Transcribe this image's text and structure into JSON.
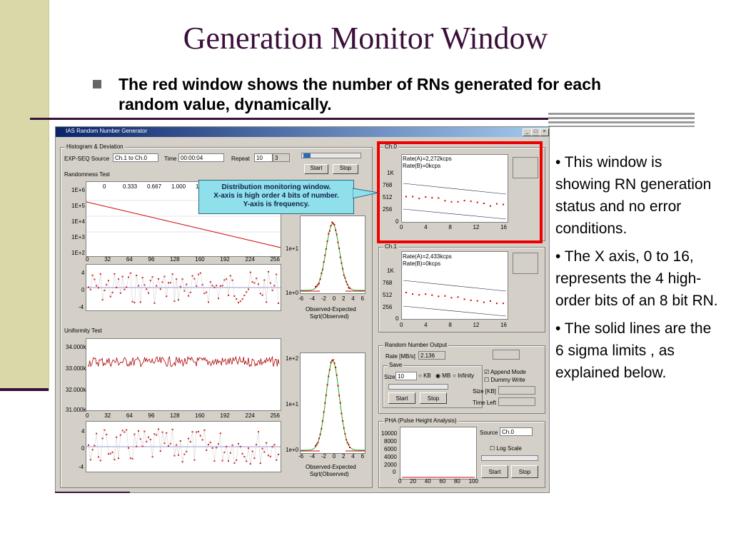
{
  "slide": {
    "title": "Generation Monitor Window",
    "subtitle": "The red window shows the number of RNs generated for each random value, dynamically.",
    "notes": [
      "• This window is showing RN generation status and no error conditions.",
      "• The X axis, 0 to 16, represents the 4 high-order bits of an 8 bit RN.",
      "• The solid lines are the 6 sigma limits , as explained below."
    ]
  },
  "window": {
    "title": "IAS Random Number Generator",
    "histogram": {
      "group": "Histogram & Deviation",
      "source_label": "EXP-SEQ Source",
      "source_value": "Ch.1 to Ch.0",
      "time_label": "Time",
      "time_value": "00:00:04",
      "repeat_label": "Repeat",
      "repeat_value": "10",
      "repeat_count": "3",
      "start": "Start",
      "stop": "Stop"
    },
    "randomness": {
      "label": "Randomness Test",
      "top_ticks": [
        "0",
        "0.333",
        "0.667",
        "1.000",
        "1.333"
      ],
      "y_ticks": [
        "1E+6",
        "1E+5",
        "1E+4",
        "1E+3",
        "1E+2"
      ],
      "x_ticks": [
        "0",
        "32",
        "64",
        "96",
        "128",
        "160",
        "192",
        "224",
        "256"
      ],
      "dev_ticks": [
        "4",
        "0",
        "-4"
      ],
      "side_y": [
        "1e+1",
        "1e+0"
      ],
      "side_x": [
        "-6",
        "-4",
        "-2",
        "0",
        "2",
        "4",
        "6"
      ],
      "side_cap1": "Observed-Expected",
      "side_cap2": "Sqrt(Observed)"
    },
    "callout": {
      "line1": "Distribution monitoring window.",
      "line2": "X-axis is high order 4 bits of number.",
      "line3": "Y-axis is frequency."
    },
    "uniformity": {
      "label": "Uniformity Test",
      "y_ticks": [
        "34.000k",
        "33.000k",
        "32.000k",
        "31.000k"
      ],
      "x_ticks": [
        "0",
        "32",
        "64",
        "96",
        "128",
        "160",
        "192",
        "224",
        "256"
      ],
      "dev_ticks": [
        "4",
        "0",
        "-4"
      ],
      "side_y": [
        "1e+2",
        "1e+1",
        "1e+0"
      ],
      "side_x": [
        "-6",
        "-4",
        "-2",
        "0",
        "2",
        "4",
        "6"
      ],
      "side_cap1": "Observed-Expected",
      "side_cap2": "Sqrt(Observed)"
    },
    "ch0": {
      "group": "Ch.0",
      "rate_a": "Rate(A)=2,272kcps",
      "rate_b": "Rate(B)=0kcps",
      "y_ticks": [
        "1K",
        "768",
        "512",
        "256",
        "0"
      ],
      "x_ticks": [
        "0",
        "4",
        "8",
        "12",
        "16"
      ]
    },
    "ch1": {
      "group": "Ch.1",
      "rate_a": "Rate(A)=2,433kcps",
      "rate_b": "Rate(B)=0kcps",
      "y_ticks": [
        "1K",
        "768",
        "512",
        "256",
        "0"
      ],
      "x_ticks": [
        "0",
        "4",
        "8",
        "12",
        "16"
      ]
    },
    "output": {
      "group": "Random Number Output",
      "rate_label": "Rate [MB/s]",
      "rate_value": "2.136",
      "save_group": "Save",
      "size_label": "Size",
      "size_value": "10",
      "opt_kb": "KB",
      "opt_mb": "MB",
      "opt_inf": "Infinity",
      "append": "Append Mode",
      "dummy": "Dummy Write",
      "size_kb": "Size [KB]",
      "time_left": "Time Left",
      "start": "Start",
      "stop": "Stop"
    },
    "pha": {
      "group": "PHA (Pulse Height Analysis)",
      "y_ticks": [
        "10000",
        "8000",
        "6000",
        "4000",
        "2000",
        "0"
      ],
      "x_ticks": [
        "0",
        "20",
        "40",
        "60",
        "80",
        "100"
      ],
      "source_label": "Source",
      "source_value": "Ch.0",
      "log_scale": "Log Scale",
      "start": "Start",
      "stop": "Stop"
    }
  }
}
